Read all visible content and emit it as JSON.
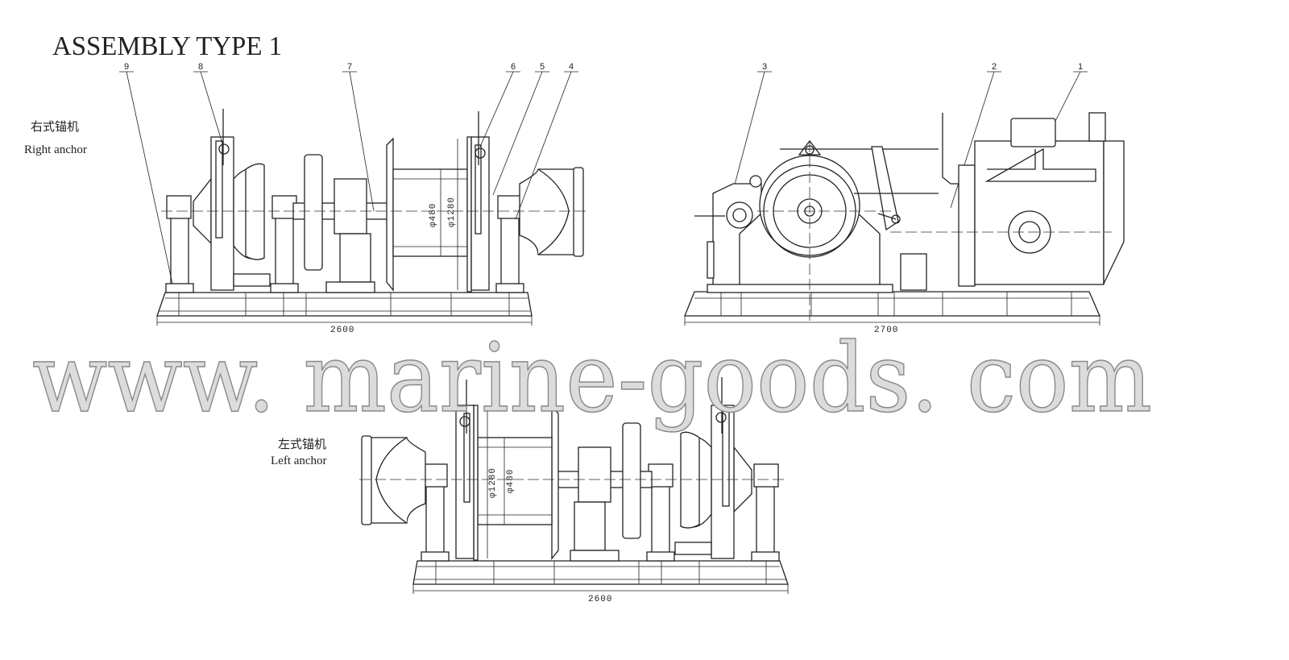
{
  "title": "ASSEMBLY TYPE 1",
  "right_anchor": {
    "label_cn": "右式锚机",
    "label_en": "Right anchor",
    "drum_inner_dia": "φ480",
    "drum_outer_dia": "φ1280",
    "length_dim": "2600"
  },
  "left_anchor": {
    "label_cn": "左式锚机",
    "label_en": "Left anchor",
    "drum_inner_dia": "φ480",
    "drum_outer_dia": "φ1280",
    "length_dim": "2600"
  },
  "side_view": {
    "length_dim": "2700"
  },
  "part_numbers": [
    "1",
    "2",
    "3",
    "4",
    "5",
    "6",
    "7",
    "8",
    "9"
  ],
  "watermark": "www. marine-goods. com"
}
